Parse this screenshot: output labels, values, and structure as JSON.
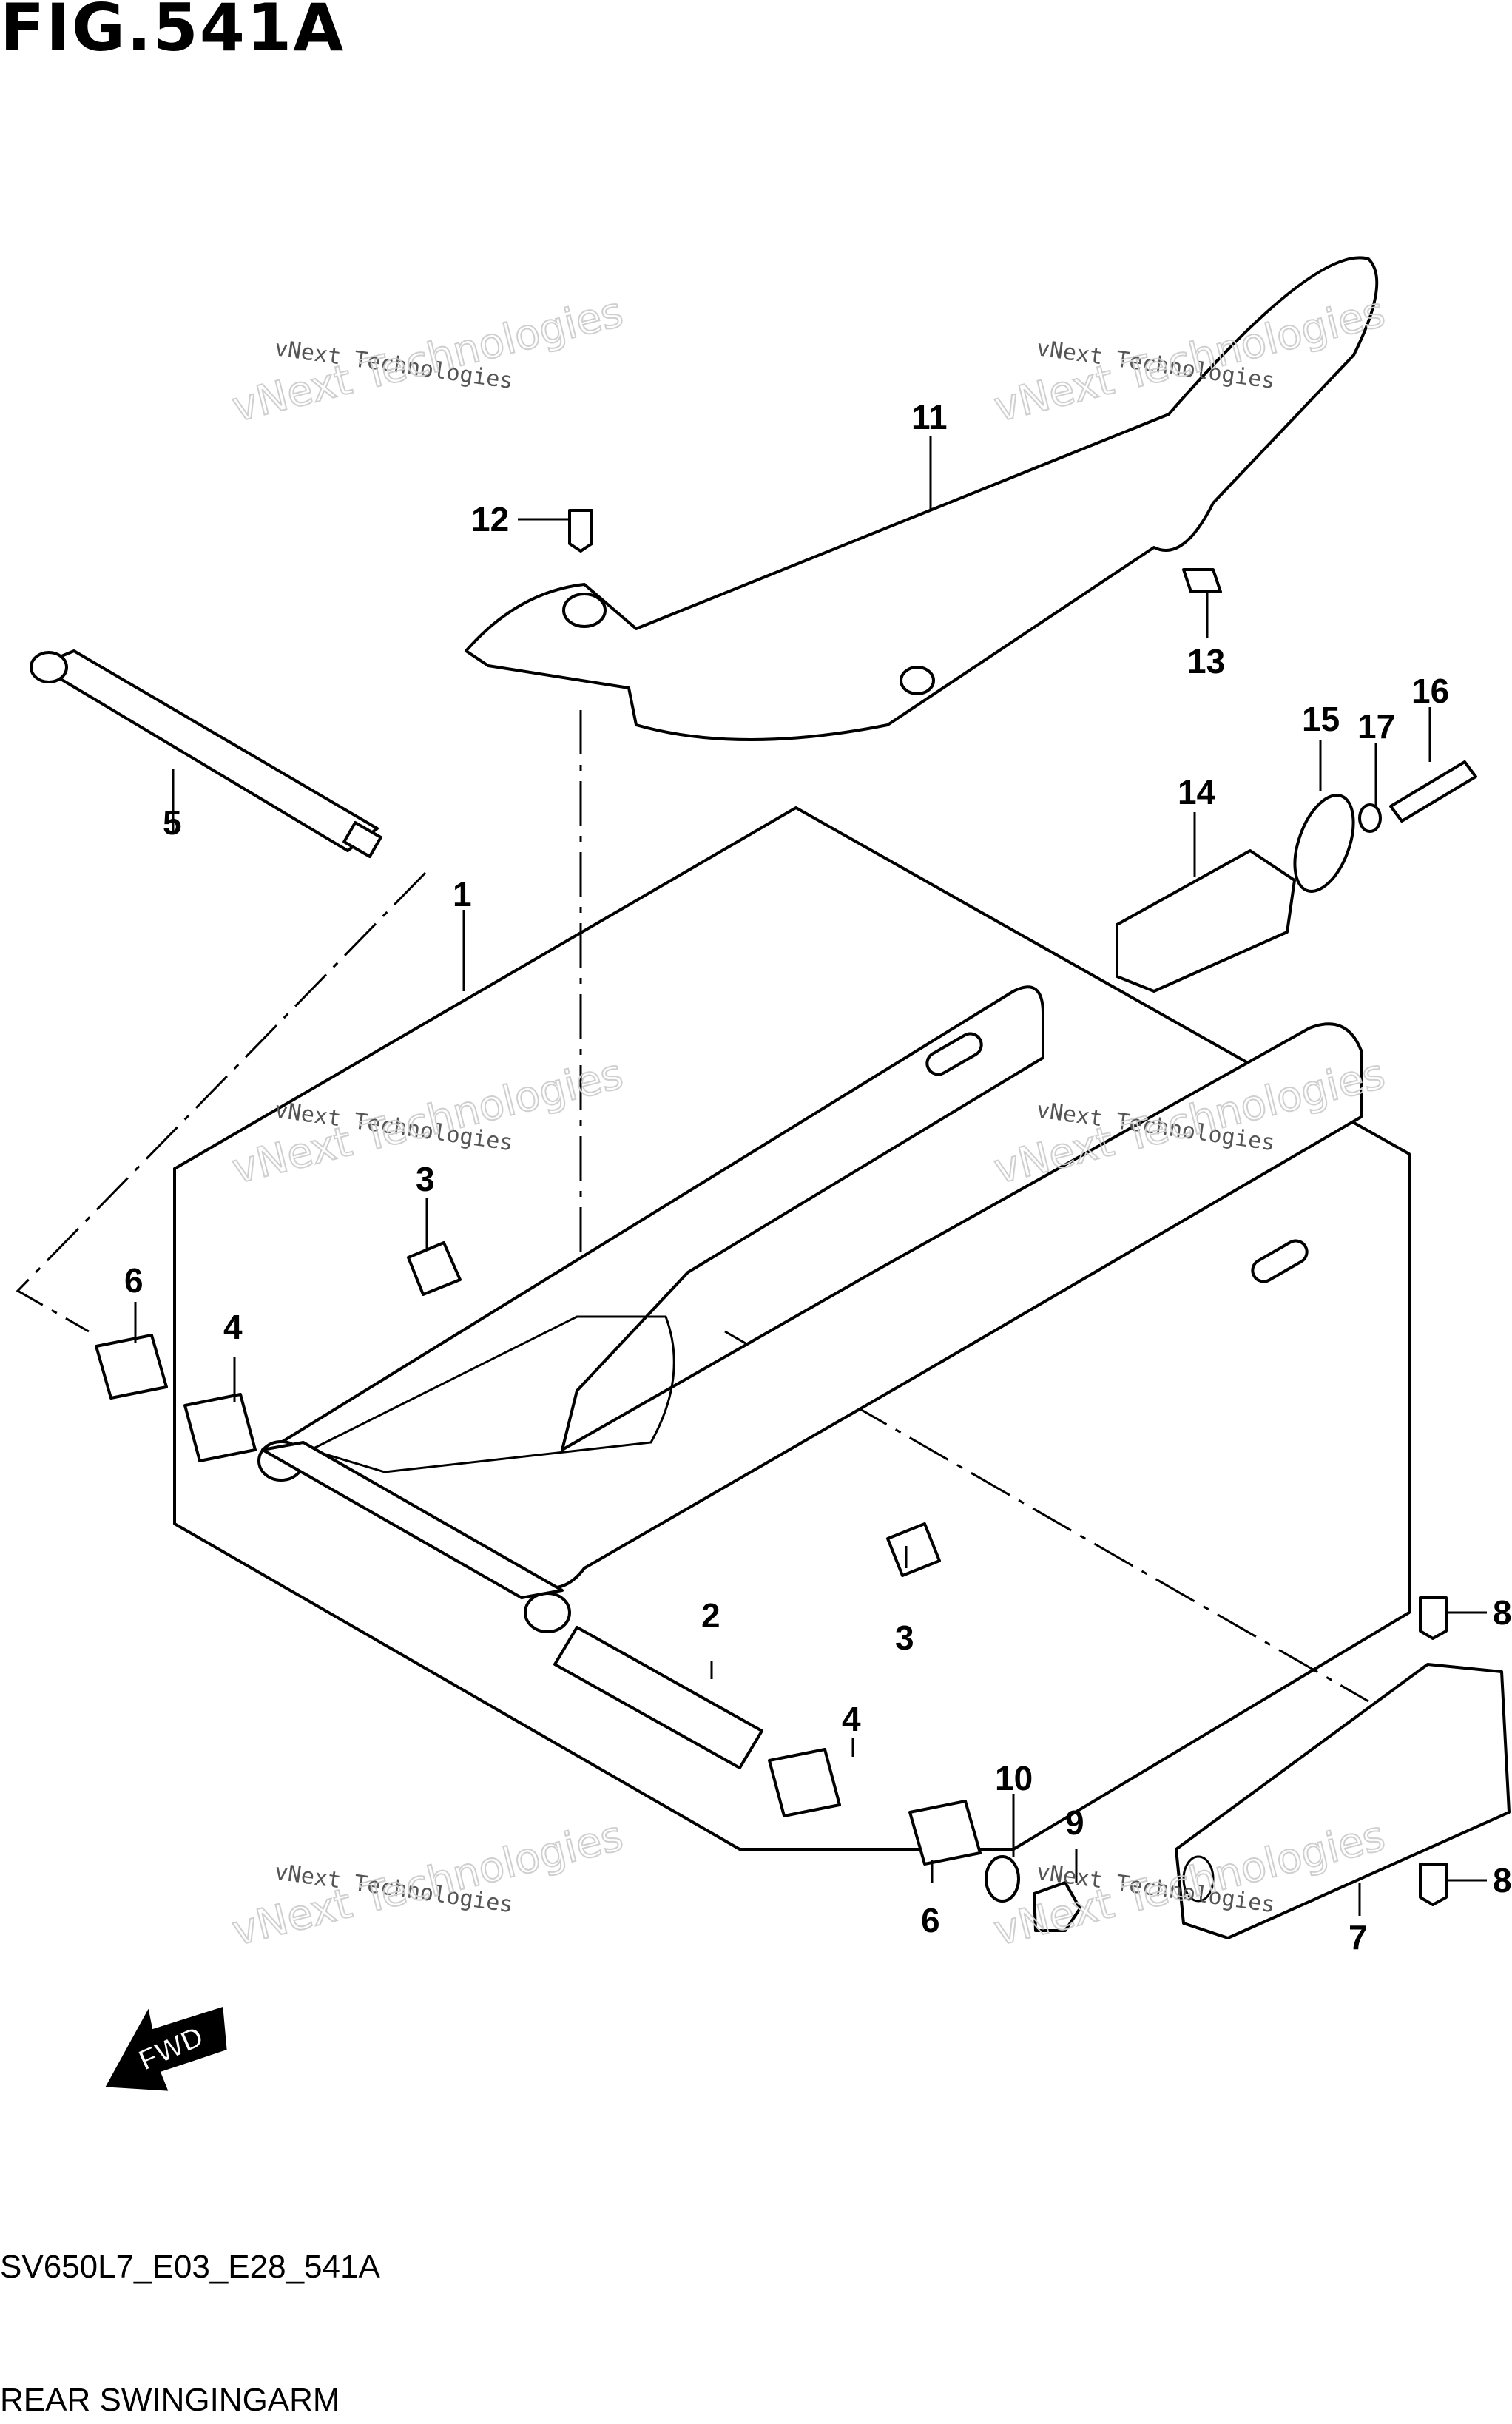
{
  "figure": {
    "title": "FIG.541A",
    "code": "SV650L7_E03_E28_541A",
    "name": "REAR SWINGINGARM"
  },
  "direction_marker": {
    "label": "FWD"
  },
  "watermark": {
    "line1": "vNext Technologies",
    "line2": "vNext Technologies"
  },
  "callouts": [
    "1",
    "2",
    "3",
    "3",
    "4",
    "4",
    "5",
    "6",
    "6",
    "7",
    "8",
    "8",
    "9",
    "10",
    "11",
    "12",
    "13",
    "14",
    "15",
    "16",
    "17"
  ]
}
